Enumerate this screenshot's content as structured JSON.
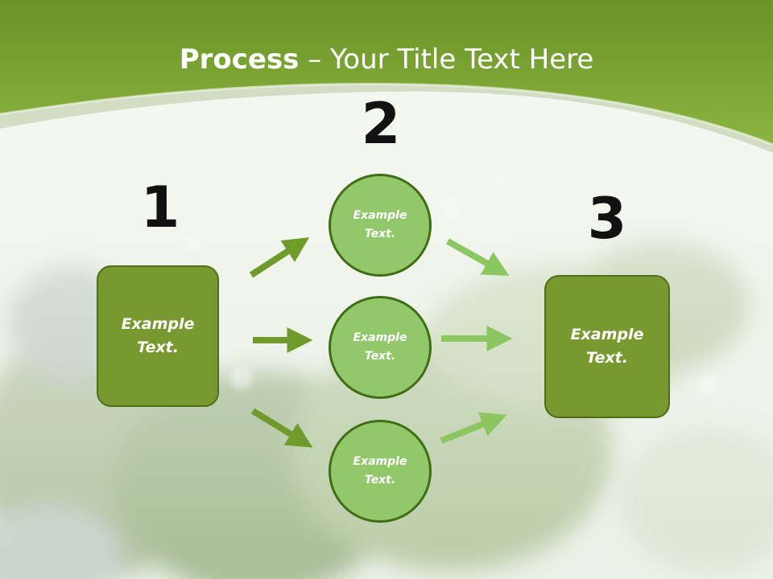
{
  "slide": {
    "title_strong": "Process",
    "title_rest": " – Your Title Text Here",
    "steps": [
      {
        "number": "1",
        "label_line1": "Example",
        "label_line2": "Text."
      },
      {
        "number": "2"
      },
      {
        "number": "3",
        "label_line1": "Example",
        "label_line2": "Text."
      }
    ],
    "circles": [
      {
        "label_line1": "Example",
        "label_line2": "Text."
      },
      {
        "label_line1": "Example",
        "label_line2": "Text."
      },
      {
        "label_line1": "Example",
        "label_line2": "Text."
      }
    ]
  },
  "colors": {
    "header_green": "#7ea63a",
    "box_fill": "#77992f",
    "circle_fill": "#92c86a",
    "arrow_dark": "#6f9a2c",
    "arrow_light": "#8cc661"
  }
}
